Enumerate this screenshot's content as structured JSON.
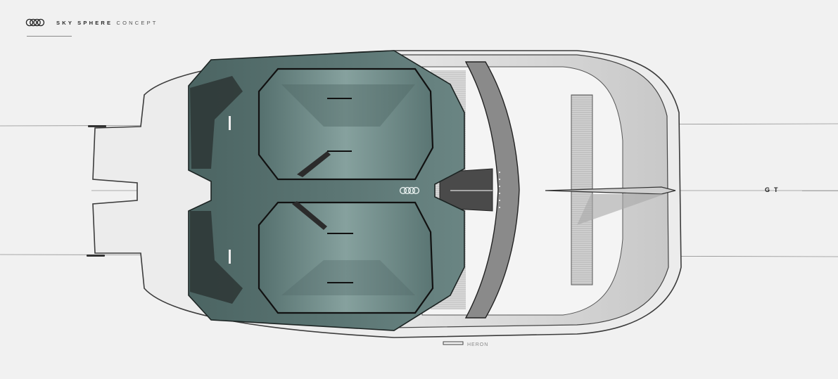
{
  "header": {
    "brand_logo": "four-rings-logo",
    "title_bold": "SKY SPHERE",
    "title_light": "CONCEPT"
  },
  "labels": {
    "variant": "GT",
    "signature": "HERON"
  },
  "illustration": {
    "subject": "car-top-view-sketch",
    "interior_color": "#5f7a78",
    "interior_dark": "#3a4a49",
    "body_line_color": "#3c3c3c",
    "background": "#f1f1f1"
  }
}
